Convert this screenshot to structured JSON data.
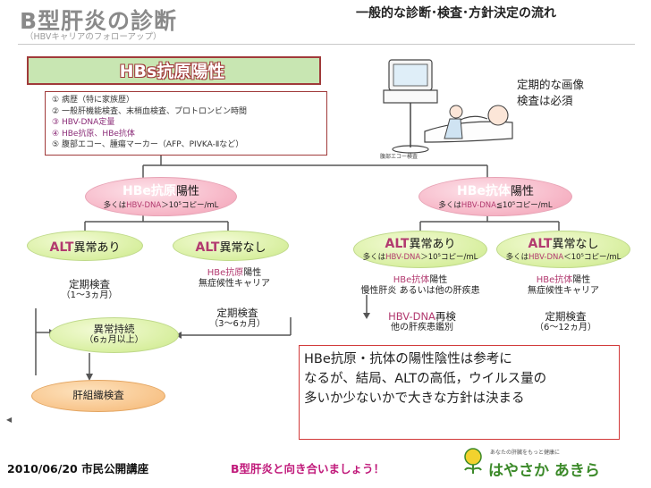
{
  "header": {
    "title": "B型肝炎の診断",
    "subtitle": "（HBVキャリアのフォローアップ）",
    "right_title": "一般的な診断･検査･方針決定の流れ"
  },
  "hbs": {
    "label": "HBs抗原陽性",
    "items": [
      {
        "num": "①",
        "text": "病歴（特に家族歴）",
        "accent": false
      },
      {
        "num": "②",
        "text": "一般肝機能検査、末梢血検査、プロトロンビン時間",
        "accent": false
      },
      {
        "num": "③",
        "text": "HBV-DNA定量",
        "accent": true
      },
      {
        "num": "④",
        "text": "HBe抗原、HBe抗体",
        "accent": true
      },
      {
        "num": "⑤",
        "text": "腹部エコー、腫瘍マーカー（AFP、PIVKA-Ⅱなど）",
        "accent": false
      }
    ]
  },
  "image_caption": "腹部エコー検査",
  "image_note": [
    "定期的な画像",
    "検査は必須"
  ],
  "left": {
    "hbe_antigen": {
      "pre": "HBe抗原",
      "post": "陽性",
      "sub_pre": "多くは",
      "sub_acc": "HBV-DNA",
      "sub_post": "＞10⁵コピー/mL"
    },
    "alt_abnormal": {
      "pre": "ALT",
      "post": "異常あり"
    },
    "alt_normal": {
      "pre": "ALT",
      "post": "異常なし"
    },
    "periodic1": {
      "title": "定期検査",
      "sub": "（1～3ヵ月）"
    },
    "carrier": {
      "acc": "HBe抗原",
      "post": "陽性",
      "line2": "無症候性キャリア"
    },
    "periodic2": {
      "title": "定期検査",
      "sub": "（3～6ヵ月）"
    },
    "persistent": {
      "title": "異常持続",
      "sub": "（6ヵ月以上）"
    },
    "biopsy": {
      "title": "肝組織検査"
    }
  },
  "right": {
    "hbe_antibody": {
      "pre": "HBe抗体",
      "post": "陽性",
      "sub_pre": "多くは",
      "sub_acc": "HBV-DNA",
      "sub_post": "≦10⁵コピー/mL"
    },
    "alt_abnormal": {
      "pre": "ALT",
      "post": "異常あり",
      "sub_pre": "多くは",
      "sub_acc": "HBV-DNA",
      "sub_post": "＞10⁵コピー/mL"
    },
    "alt_normal": {
      "pre": "ALT",
      "post": "異常なし",
      "sub_pre": "多くは",
      "sub_acc": "HBV-DNA",
      "sub_post": "＜10⁵コピー/mL"
    },
    "hbe_ab_note": {
      "acc": "HBe抗体",
      "post": "陽性",
      "line2": "慢性肝炎 あるいは他の肝疾患"
    },
    "carrier": {
      "acc": "HBe抗体",
      "post": "陽性",
      "line2": "無症候性キャリア"
    },
    "recheck": {
      "acc": "HBV-DNA",
      "post": "再検",
      "line2": "他の肝疾患鑑別"
    },
    "periodic": {
      "title": "定期検査",
      "sub": "（6～12ヵ月）"
    }
  },
  "callout": {
    "lines": [
      "HBe抗原・抗体の陽性陰性は参考に",
      "なるが、結局、ALTの高低，ウイルス量の",
      "多いか少ないかで大きな方針は決まる"
    ]
  },
  "footer": {
    "date": "2010/06/20",
    "event": "市民公開講座",
    "slogan": "B型肝炎と向き合いましょう！",
    "logo_sub": "あなたの肝臓をもっと健康に",
    "logo": "はやさか あきら"
  },
  "colors": {
    "accent_purple": "#8a2b77",
    "hbs_border": "#a03a3a",
    "callout_border": "#d23a3a",
    "footer_pink": "#c0197a",
    "logo_green": "#3c8a2a"
  }
}
